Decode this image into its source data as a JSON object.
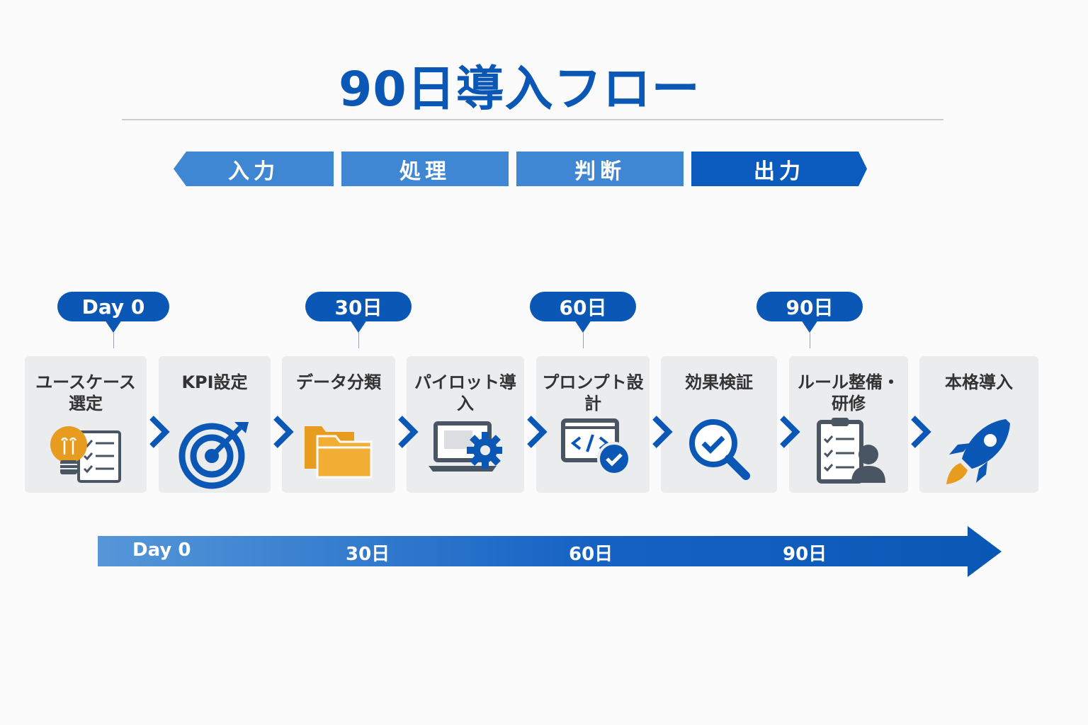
{
  "title": "90日導入フロー",
  "phases": [
    {
      "label": "入力"
    },
    {
      "label": "処理"
    },
    {
      "label": "判断"
    },
    {
      "label": "出力"
    }
  ],
  "milestones": [
    {
      "label": "Day 0"
    },
    {
      "label": "30日"
    },
    {
      "label": "60日"
    },
    {
      "label": "90日"
    }
  ],
  "steps": [
    {
      "label": "ユースケース\n選定",
      "icon": "lightbulb-checklist-icon"
    },
    {
      "label": "KPI設定",
      "icon": "target-icon"
    },
    {
      "label": "データ分類",
      "icon": "folders-icon"
    },
    {
      "label": "パイロット導入",
      "icon": "laptop-gear-icon"
    },
    {
      "label": "プロンプト設計",
      "icon": "code-check-icon"
    },
    {
      "label": "効果検証",
      "icon": "magnifier-check-icon"
    },
    {
      "label": "ルール整備・\n研修",
      "icon": "clipboard-person-icon"
    },
    {
      "label": "本格導入",
      "icon": "rocket-icon"
    }
  ],
  "timeline": {
    "labels": [
      "Day 0",
      "30日",
      "60日",
      "90日"
    ]
  },
  "colors": {
    "primary": "#0a57b5",
    "phase_light": "#3f86d3",
    "accent_orange": "#e79b1f",
    "icon_gray": "#4a5563",
    "card_bg": "#ebecee"
  }
}
